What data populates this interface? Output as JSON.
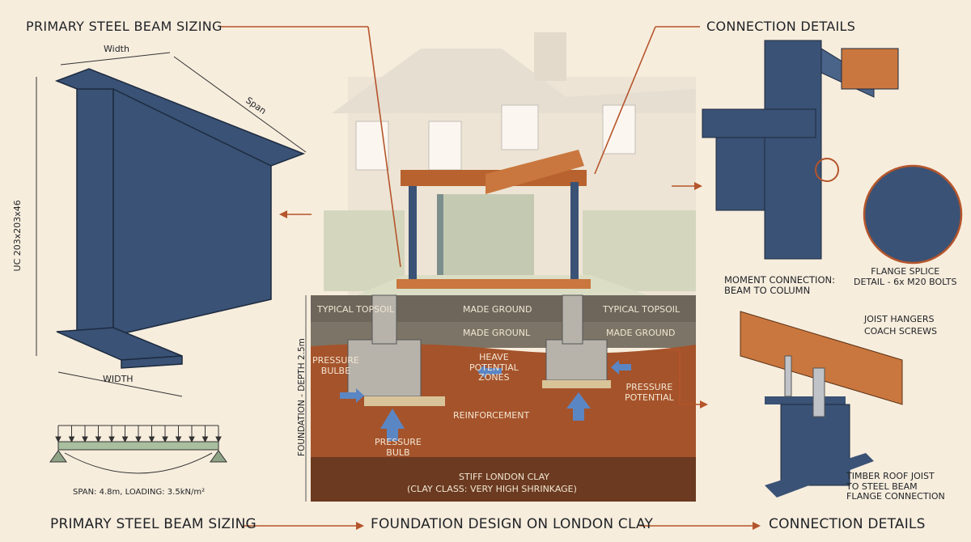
{
  "headers": {
    "beam_sizing": "PRIMARY STEEL BEAM SIZING",
    "connection_details": "CONNECTION DETAILS"
  },
  "beam": {
    "width_top": "Width",
    "span": "Span",
    "section": "UC 203x203x46",
    "width_bottom": "WIDTH",
    "load_caption": "SPAN: 4.8m, LOADING: 3.5kN/m²"
  },
  "foundation": {
    "depth_label": "FOUNDATION - DEPTH 2.5m",
    "layers": {
      "topsoil_left": "TYPICAL TOPSOIL",
      "made_ground_top": "MADE GROUND",
      "topsoil_right": "TYPICAL TOPSOIL",
      "made_ground_mid": "MADE GROUNL",
      "made_ground_right": "MADE GROUND",
      "stiff_clay": "STIFF LONDON CLAY",
      "clay_class": "(CLAY CLASS: VERY HIGH SHRINKAGE)"
    },
    "annotations": {
      "pressure_bulbe": "PRESSURE\nBULBE",
      "heave": "HEAVE\nPOTENTIAL\nZONES",
      "pressure_potential": "PRESSURE\nPOTENTIAL",
      "reinforcement": "REINFORCEMENT",
      "pressure_bulb": "PRESSURE\nBULB"
    }
  },
  "connections": {
    "moment": "MOMENT CONNECTION:\nBEAM TO COLUMN",
    "splice": "FLANGE SPLICE\nDETAIL - 6x M20 BOLTS",
    "joist_hangers": "JOIST HANGERS",
    "coach_screws": "COACH SCREWS",
    "timber": "TIMBER ROOF JOIST\nTO STEEL BEAM\nFLANGE CONNECTION"
  },
  "footer": {
    "step1": "PRIMARY STEEL BEAM SIZING",
    "step2": "FOUNDATION DESIGN ON LONDON CLAY",
    "step3": "CONNECTION DETAILS"
  },
  "colors": {
    "background": "#f7eddd",
    "steel": "#3a5275",
    "leader": "#b5552b",
    "timber": "#c9773e",
    "clay": "#a5532b",
    "stiff_clay": "#6b3a20",
    "topsoil": "#6e665b",
    "arrows": "#5b86c4"
  }
}
